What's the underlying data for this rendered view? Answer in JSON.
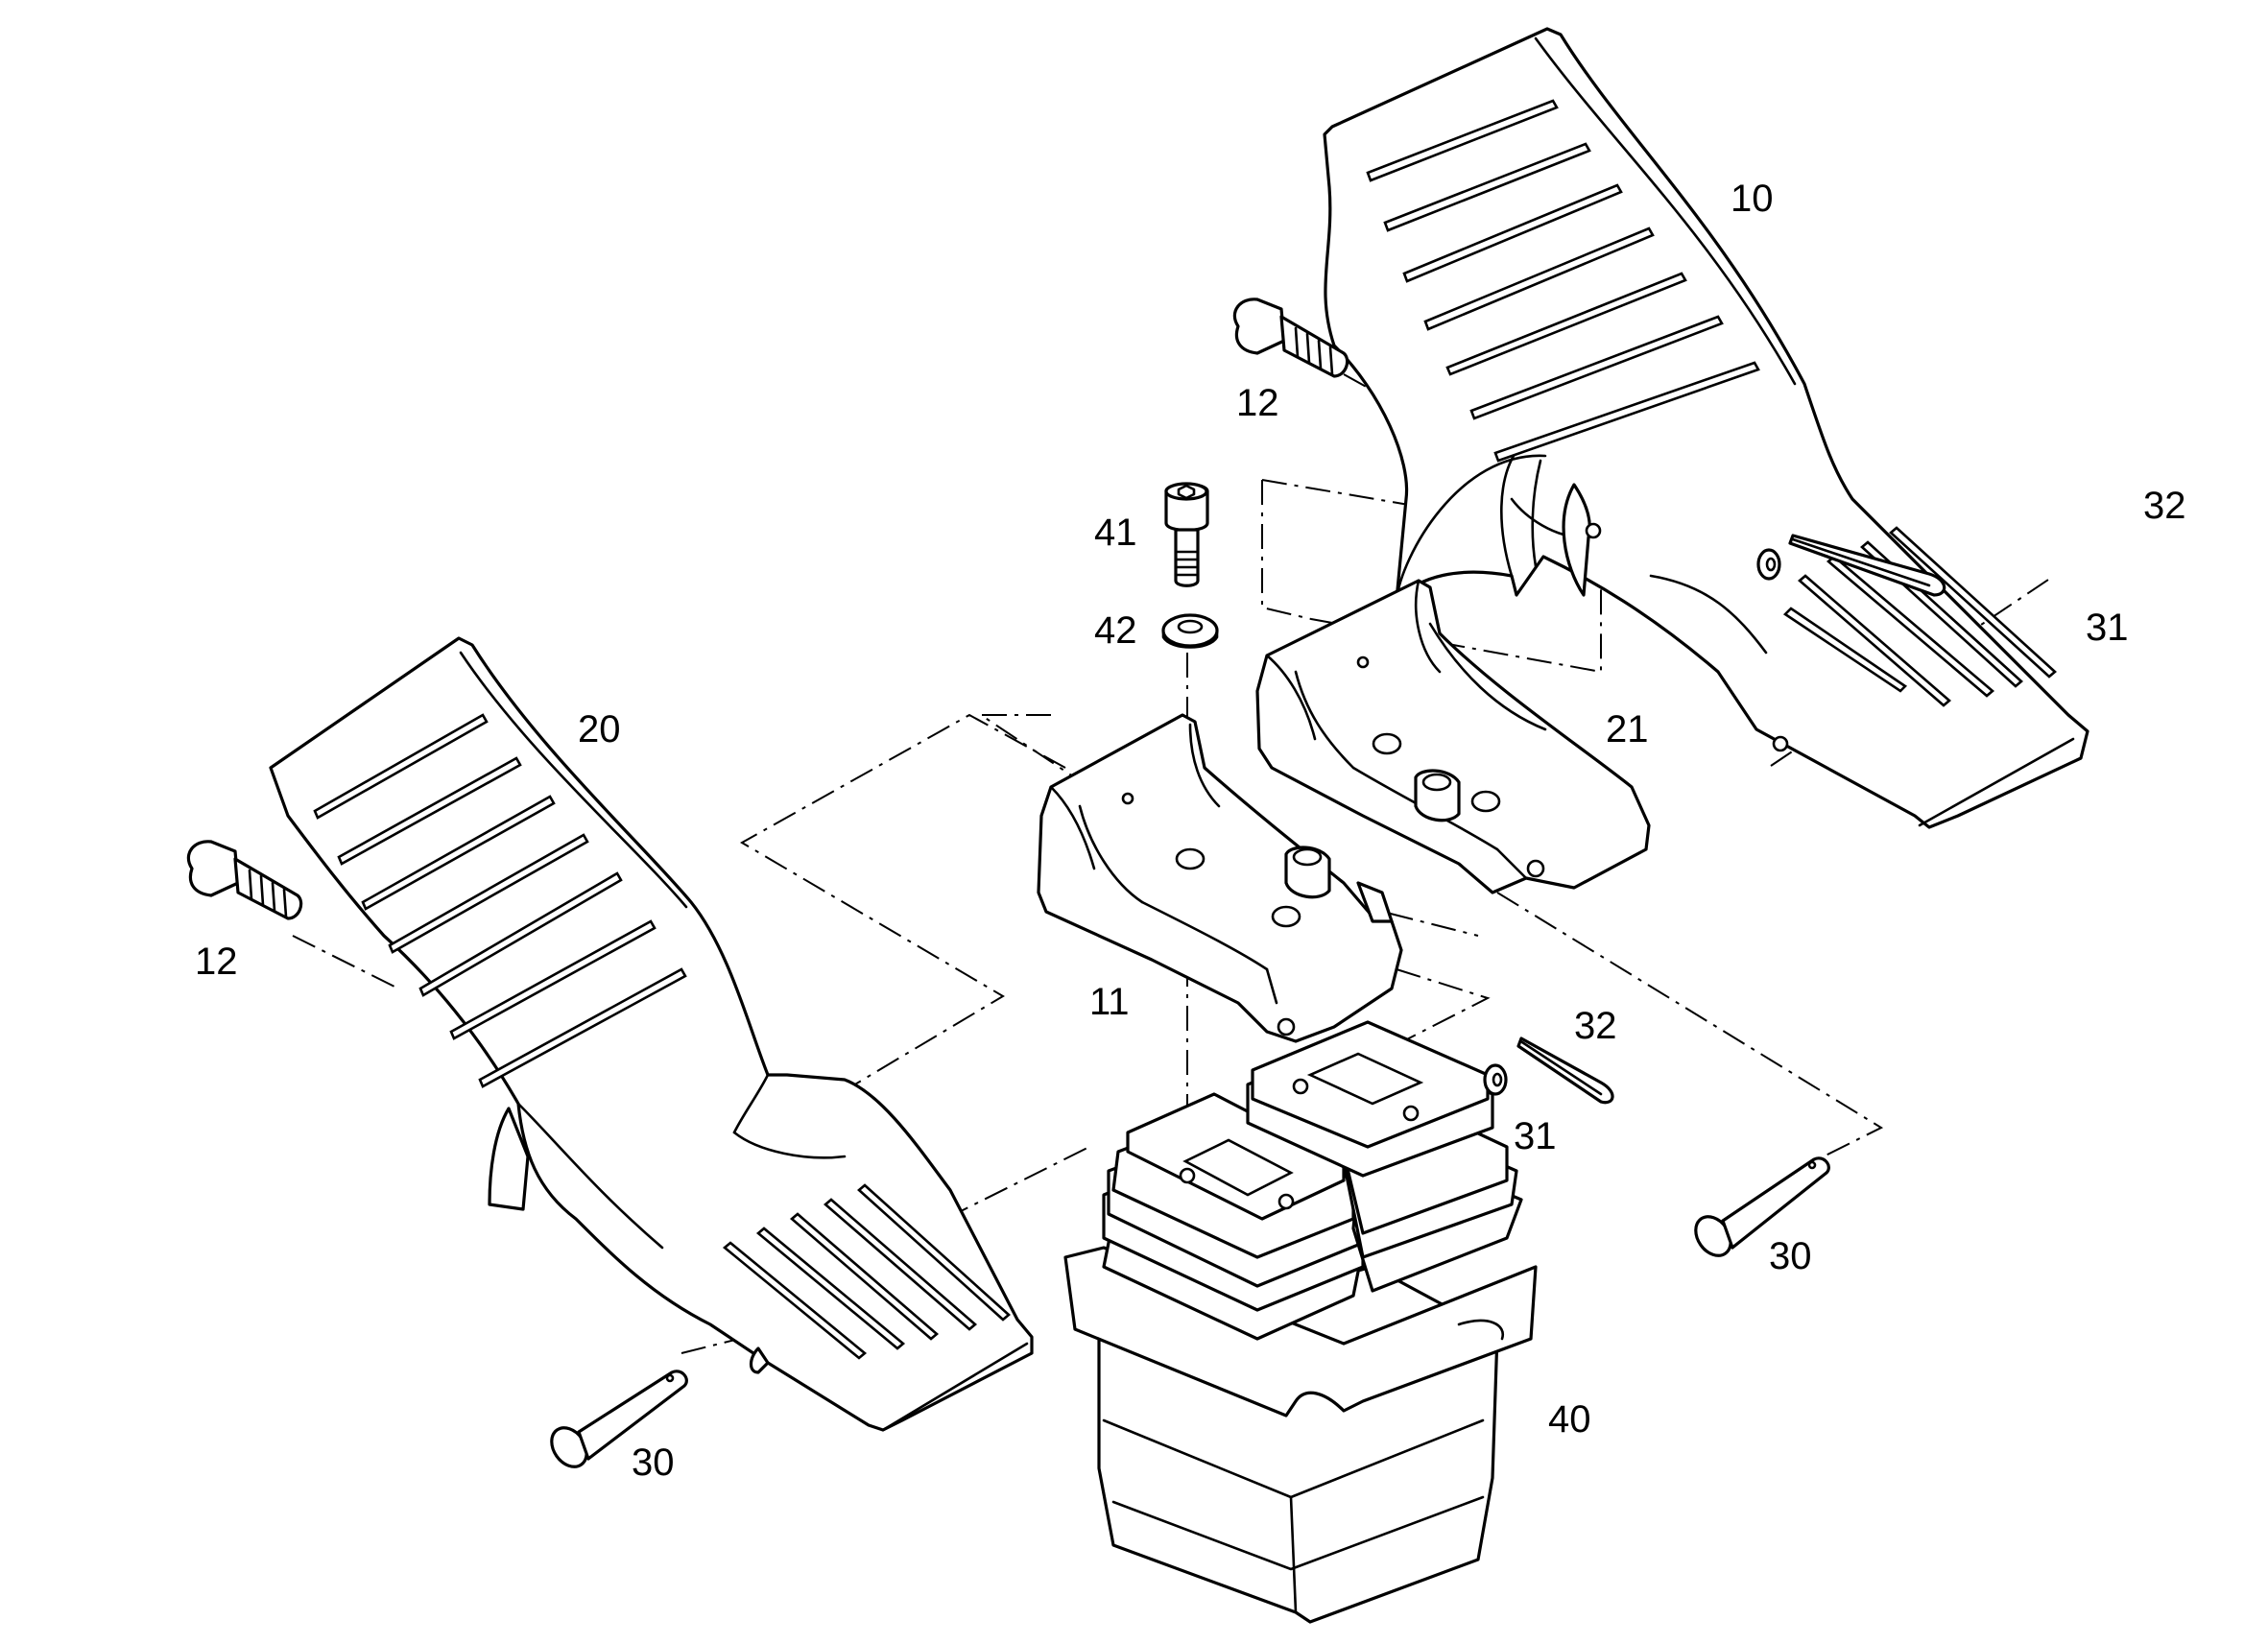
{
  "diagram": {
    "type": "exploded-parts-view",
    "line_color": "#000000",
    "background": "#ffffff"
  },
  "callouts": {
    "c10": "10",
    "c12a": "12",
    "c12b": "12",
    "c41": "41",
    "c42": "42",
    "c32a": "32",
    "c31a": "31",
    "c20": "20",
    "c21": "21",
    "c11": "11",
    "c32b": "32",
    "c31b": "31",
    "c30a": "30",
    "c30b": "30",
    "c40": "40"
  }
}
